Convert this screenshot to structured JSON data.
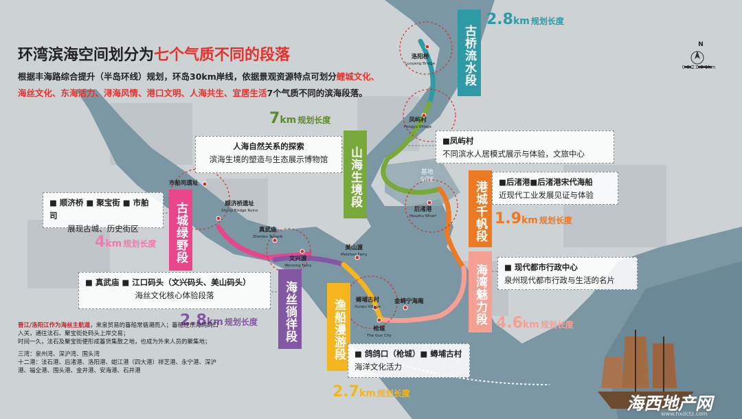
{
  "title": {
    "prefix": "环湾滨海空间划分为",
    "highlight": "七个气质不同的段落"
  },
  "intro": {
    "line1": "根据丰海路综合提升（半岛环线）规划，环岛30km岸线，依据景观资源特点可划分",
    "line1_red": "鲤城文化、",
    "line2_red": "海丝文化、东海活力、浔海风情、港口文明、人海共生、宜居生活",
    "line2_end": "7个气质不同的滨海段落。"
  },
  "segments": [
    {
      "name": "古桥流水段",
      "color": "#2e9aa6",
      "length": "2.8",
      "unit": "km",
      "suffix": "规划长度"
    },
    {
      "name": "山海生境段",
      "color": "#79a93a",
      "length": "7",
      "unit": "km",
      "suffix": "规划长度"
    },
    {
      "name": "港城千帆段",
      "color": "#ec7a24",
      "length": "1.9",
      "unit": "km",
      "suffix": "规划长度"
    },
    {
      "name": "海湾魅力段",
      "color": "#f6a093",
      "length": "4.6",
      "unit": "km",
      "suffix": "规划长度"
    },
    {
      "name": "古城绿野段",
      "color": "#e8458a",
      "length": "4",
      "unit": "km",
      "suffix": "规划长度"
    },
    {
      "name": "海丝徜徉段",
      "color": "#8457a5",
      "length": "2.8",
      "unit": "km",
      "suffix": "规划长度"
    },
    {
      "name": "渔船漫游段",
      "color": "#f5b51f",
      "length": "2.7",
      "unit": "km",
      "suffix": "规划长度"
    }
  ],
  "boxes": {
    "ecology": {
      "title": "人海自然关系的探索",
      "desc": "滨海生境的塑造与生态展示博物馆"
    },
    "fengyu": {
      "title": "■凤屿村",
      "desc": "不同滨水人居模式展示与体验，文旅中心"
    },
    "houzhu": {
      "title": "■后渚港■后渚港宋代海船",
      "desc": "近现代工业发展见证与体验"
    },
    "admin": {
      "title": "■ 现代都市行政中心",
      "desc": "泉州现代都市行政与生活的名片"
    },
    "oldcity": {
      "title": "■ 顺济桥 ■ 聚宝街 ■ 市舶司",
      "desc": "展现古城、历史街区"
    },
    "maritime": {
      "title": "■ 真武庙 ■ 江口码头（文兴码头、美山码头）",
      "desc": "海丝文化核心体验段落"
    },
    "fishing": {
      "title": "■ 鸽鸽口（枪城）■ 蟳埔古村",
      "desc": "海洋文化活力"
    }
  },
  "map_labels": {
    "luoyang": {
      "zh": "洛阳桥",
      "en": "Luoyang Bridge"
    },
    "fengyu": {
      "zh": "凤屿村",
      "en": "Fengyu Village"
    },
    "houzhu": {
      "zh": "后渚港",
      "en": "Houzhu Wharf"
    },
    "shibosi": {
      "zh": "市舶司遗址",
      "en": ""
    },
    "shunji": {
      "zh": "顺济桥遗址",
      "en": "Shunji Bridge Ruins"
    },
    "zhenwu": {
      "zh": "真武庙",
      "en": "Zhenwu Temple"
    },
    "wenxing": {
      "zh": "文兴渡",
      "en": "Wenxing Ferry"
    },
    "meishan": {
      "zh": "美山渡",
      "en": "Meishan Ferry"
    },
    "xunpu": {
      "zh": "蟳埔古村",
      "en": "Xunpu Village"
    },
    "jinqi": {
      "zh": "金崎宁海庵",
      "en": ""
    },
    "qiangcheng": {
      "zh": "枪城",
      "en": "The Gun City"
    },
    "site": {
      "zh": "基地",
      "en": "SITE"
    }
  },
  "note": {
    "red": "晋江/洛阳江作为海丝主航道",
    "p1": "，来泉贸易的蕃船常循潮而入；蕃船经东海鸽鸽口入关，通往法石、聚宝街处码头上岸交易；",
    "p2": "时间一久，法石及聚宝街便形成蕃货集散之地，也成为外来人员的聚集地；",
    "p3": "三湾：泉州湾、深沪湾、围头湾",
    "p4": "十二港：法石港、后渚港、洛阳港、蚶江港（四大港）祥芝港、永宁港、深沪港、福全港、围头港、金井港、安海港、石井港"
  },
  "scale": {
    "north": "N",
    "ticks": "0 0.2 0.5   1km"
  },
  "watermark": {
    "text": "海西地产网",
    "url": "www.hxdctz.com"
  },
  "colors": {
    "water": "#6f8f9c",
    "land": "#c9ced1",
    "dashed_circle": "#d0312d"
  }
}
